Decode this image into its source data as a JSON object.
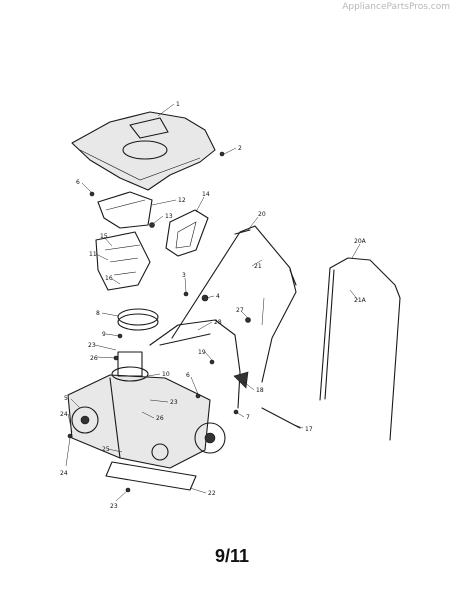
{
  "watermark": "AppliancePartsPros.com",
  "page_number": "9/11",
  "callouts": [
    "1",
    "2",
    "6",
    "12",
    "13",
    "14",
    "15",
    "11",
    "16",
    "20",
    "20A",
    "21",
    "21A",
    "3",
    "4",
    "27",
    "28",
    "8",
    "9",
    "23",
    "26",
    "19",
    "10",
    "6",
    "18",
    "5",
    "24",
    "23",
    "26",
    "7",
    "17",
    "25",
    "24",
    "23",
    "22"
  ]
}
